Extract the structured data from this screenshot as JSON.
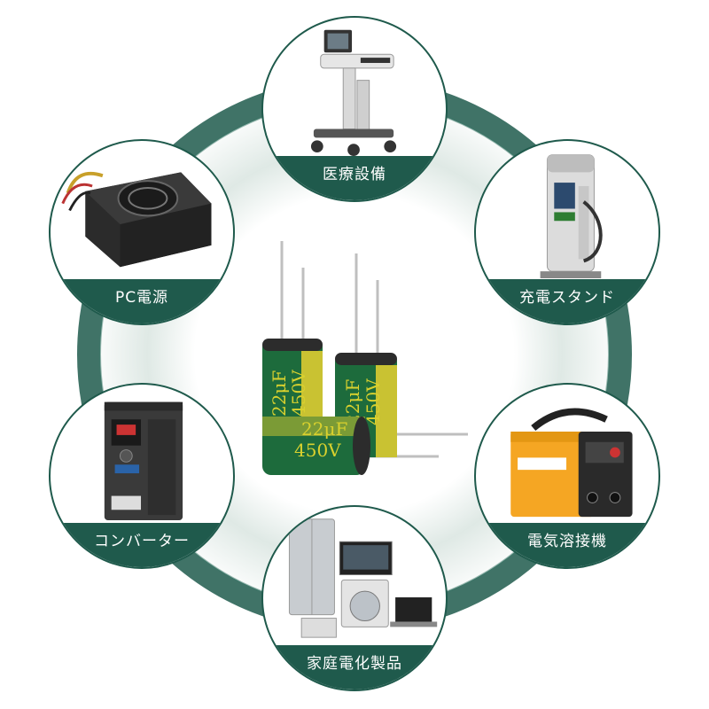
{
  "categories": [
    {
      "id": "medical",
      "label": "医療設備",
      "icon": "medical-cart-icon"
    },
    {
      "id": "pc",
      "label": "PC電源",
      "icon": "pc-power-supply-icon"
    },
    {
      "id": "charging",
      "label": "充電スタンド",
      "icon": "ev-charging-station-icon"
    },
    {
      "id": "converter",
      "label": "コンバーター",
      "icon": "inverter-converter-icon"
    },
    {
      "id": "welder",
      "label": "電気溶接機",
      "icon": "welding-machine-icon"
    },
    {
      "id": "appliances",
      "label": "家庭電化製品",
      "icon": "home-appliances-icon"
    }
  ],
  "capacitor": {
    "capacitance": "22μF",
    "voltage": "450V"
  },
  "colors": {
    "ring": "#1f5a4c",
    "ring_light": "#e8efec",
    "capacitor_body": "#1d6b3c",
    "capacitor_print": "#d9d12e",
    "label_text": "#ffffff"
  }
}
